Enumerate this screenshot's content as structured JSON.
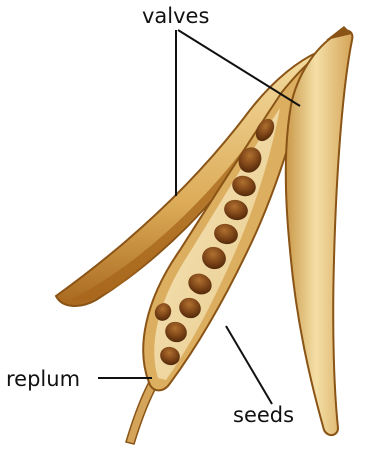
{
  "labels": {
    "valves": "valves",
    "replum": "replum",
    "seeds": "seeds"
  },
  "colors": {
    "pod_light": "#f1d89a",
    "pod_mid": "#d9a54f",
    "pod_dark": "#9c5f17",
    "seed": "#7a4216",
    "seed_highlight": "#a8652a",
    "leader_line": "#111111"
  }
}
